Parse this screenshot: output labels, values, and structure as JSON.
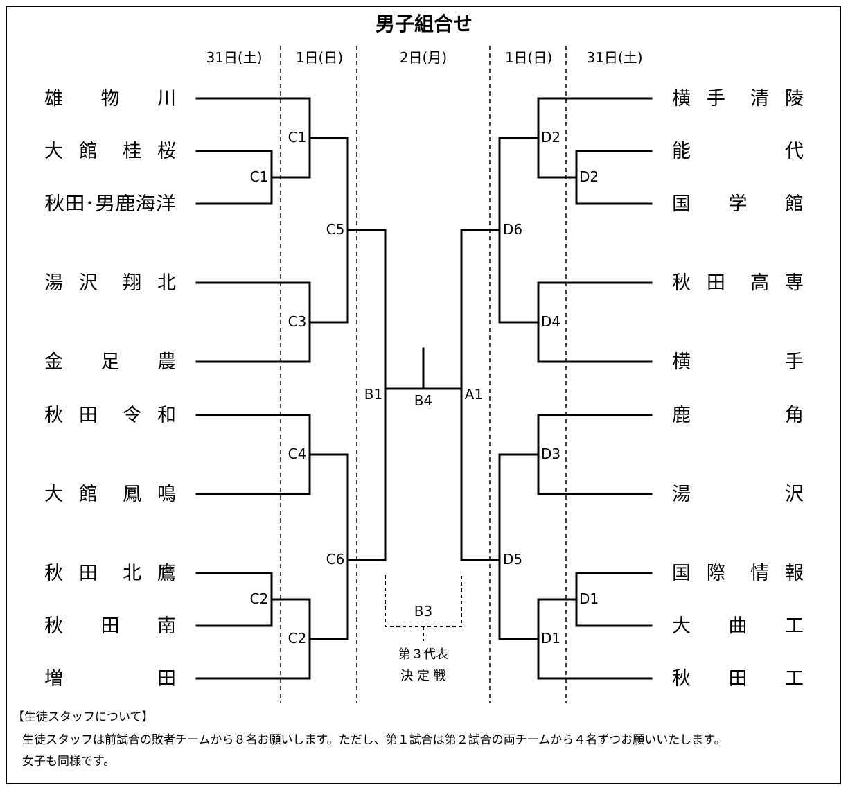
{
  "title": "男子組合せ",
  "days": {
    "left_sat": "31日(土)",
    "left_sun": "1日(日)",
    "mon": "2日(月)",
    "right_sun": "1日(日)",
    "right_sat": "31日(土)"
  },
  "left_teams": [
    [
      "雄",
      "物",
      "川"
    ],
    [
      "大",
      "館",
      "桂",
      "桜"
    ],
    [
      "秋田･男鹿海洋"
    ],
    [
      "湯",
      "沢",
      "翔",
      "北"
    ],
    [
      "金",
      "足",
      "農"
    ],
    [
      "秋",
      "田",
      "令",
      "和"
    ],
    [
      "大",
      "館",
      "鳳",
      "鳴"
    ],
    [
      "秋",
      "田",
      "北",
      "鷹"
    ],
    [
      "秋",
      "田",
      "南"
    ],
    [
      "増",
      "田"
    ]
  ],
  "right_teams": [
    [
      "横",
      "手",
      "清",
      "陵"
    ],
    [
      "能",
      "代"
    ],
    [
      "国",
      "学",
      "館"
    ],
    [
      "秋",
      "田",
      "高",
      "専"
    ],
    [
      "横",
      "手"
    ],
    [
      "鹿",
      "角"
    ],
    [
      "湯",
      "沢"
    ],
    [
      "国",
      "際",
      "情",
      "報"
    ],
    [
      "大",
      "曲",
      "工"
    ],
    [
      "秋",
      "田",
      "工"
    ]
  ],
  "match_labels": {
    "c1_sat": "C1",
    "c1_sun": "C1",
    "c3": "C3",
    "c4": "C4",
    "c2_sat": "C2",
    "c2_sun": "C2",
    "c5": "C5",
    "c6": "C6",
    "b1": "B1",
    "d2_sun": "D2",
    "d2_sat": "D2",
    "d4": "D4",
    "d3": "D3",
    "d1_sat": "D1",
    "d1_sun": "D1",
    "d6": "D6",
    "d5": "D5",
    "a1": "A1",
    "b4": "B4",
    "b3": "B3"
  },
  "third_place": [
    "第３代表",
    "決 定 戦"
  ],
  "notes": {
    "heading": "【生徒スタッフについて】",
    "line1": "生徒スタッフは前試合の敗者チームから８名お願いします。ただし、第１試合は第２試合の両チームから４名ずつお願いいたします。",
    "line2": "女子も同様です。"
  }
}
